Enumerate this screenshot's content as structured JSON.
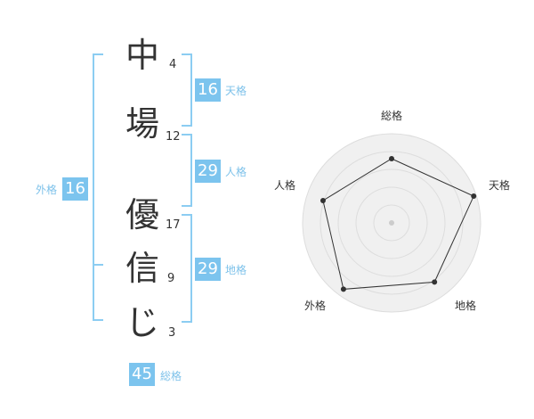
{
  "name_chars": [
    {
      "char": "中",
      "strokes": "4"
    },
    {
      "char": "場",
      "strokes": "12"
    },
    {
      "char": "優",
      "strokes": "17"
    },
    {
      "char": "信",
      "strokes": "9"
    },
    {
      "char": "じ",
      "strokes": "3"
    }
  ],
  "kaku": {
    "tenkaku": {
      "value": "16",
      "label": "天格"
    },
    "jinkaku": {
      "value": "29",
      "label": "人格"
    },
    "chikaku": {
      "value": "29",
      "label": "地格"
    },
    "gaikaku": {
      "value": "16",
      "label": "外格"
    },
    "soukaku": {
      "value": "45",
      "label": "総格"
    }
  },
  "colors": {
    "accent": "#7cc4ee",
    "text": "#333333",
    "radar_fill": "#f0f0f0"
  },
  "chart_data": {
    "type": "radar",
    "axes": [
      "総格",
      "天格",
      "地格",
      "外格",
      "人格"
    ],
    "values": [
      0.72,
      0.97,
      0.82,
      0.92,
      0.81
    ],
    "max": 1
  }
}
